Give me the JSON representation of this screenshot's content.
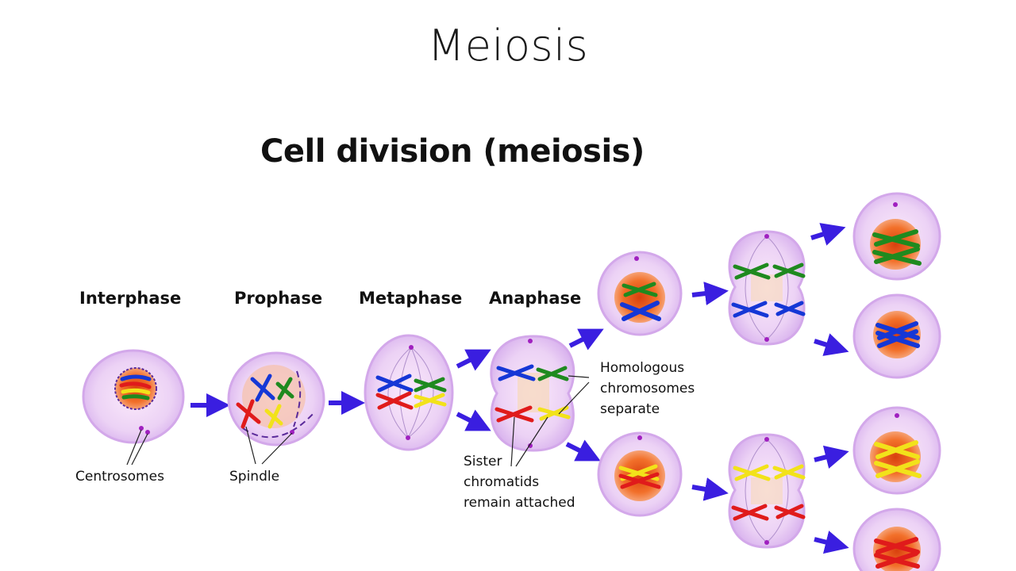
{
  "slide": {
    "title": "Meiosis"
  },
  "diagram": {
    "title": "Cell division (meiosis)",
    "phases": [
      "Interphase",
      "Prophase",
      "Metaphase",
      "Anaphase"
    ],
    "annotations": {
      "centrosomes": "Centrosomes",
      "spindle": "Spindle",
      "homologous_line1": "Homologous",
      "homologous_line2": "chromosomes",
      "homologous_line3": "separate",
      "sister_line1": "Sister",
      "sister_line2": "chromatids",
      "sister_line3": "remain attached"
    },
    "colors": {
      "cell_fill": "#e6c8f3",
      "cell_edge": "#c79be0",
      "nucleus": "#f0641e",
      "arrow": "#3a1ee0",
      "chromosome_red": "#e01b1b",
      "chromosome_blue": "#1537d6",
      "chromosome_green": "#1f8a1f",
      "chromosome_yellow": "#f2e21a",
      "centrosome": "#a020c0"
    }
  }
}
